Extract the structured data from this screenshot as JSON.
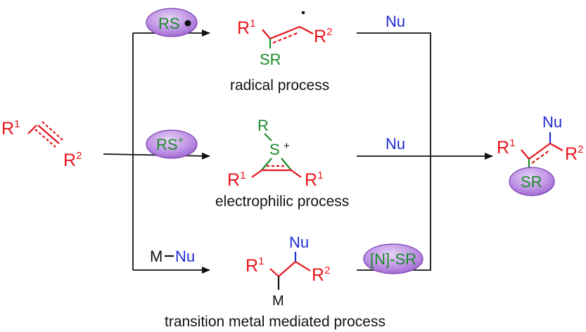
{
  "reactant": {
    "r1": "R",
    "r1_sup": "1",
    "r2": "R",
    "r2_sup": "2"
  },
  "reagents": {
    "radical": "RS",
    "electrophile": "RS",
    "electrophile_charge": "+",
    "metal_m": "M",
    "metal_nu": "Nu"
  },
  "radical_intermediate": {
    "r1": "R",
    "r1_sup": "1",
    "r2": "R",
    "r2_sup": "2",
    "sr": "SR"
  },
  "episulfonium": {
    "r": "R",
    "s": "S",
    "charge": "+",
    "r1a": "R",
    "r1a_sup": "1",
    "r1b": "R",
    "r1b_sup": "1"
  },
  "metal_intermediate": {
    "nu": "Nu",
    "r1": "R",
    "r1_sup": "1",
    "r2": "R",
    "r2_sup": "2",
    "m": "M"
  },
  "nucleophile_labels": {
    "top": "Nu",
    "middle": "Nu"
  },
  "sulfur_reagent": "[N]-SR",
  "product": {
    "nu": "Nu",
    "r1": "R",
    "r1_sup": "1",
    "r2": "R",
    "r2_sup": "2",
    "sr": "SR"
  },
  "captions": {
    "radical": "radical process",
    "electrophilic": "electrophilic process",
    "metal": "transition metal mediated process"
  },
  "colors": {
    "r_groups": "#e8141c",
    "sulfur": "#1a8a2a",
    "nucleophile": "#1f2bd0",
    "oval": "#b98de0"
  }
}
